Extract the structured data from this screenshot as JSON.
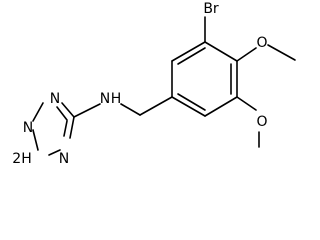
{
  "molecule": {
    "atoms": {
      "br": "Br",
      "o_upper": "O",
      "o_lower": "O",
      "nh_linker": "N",
      "h_linker": "H",
      "n_ring_top": "N",
      "n_ring_left": "N",
      "n_ring_bottom": "N",
      "h_ring": "2H"
    },
    "colors": {
      "bond": "#000000",
      "label": "#000000",
      "background": "#ffffff"
    }
  }
}
